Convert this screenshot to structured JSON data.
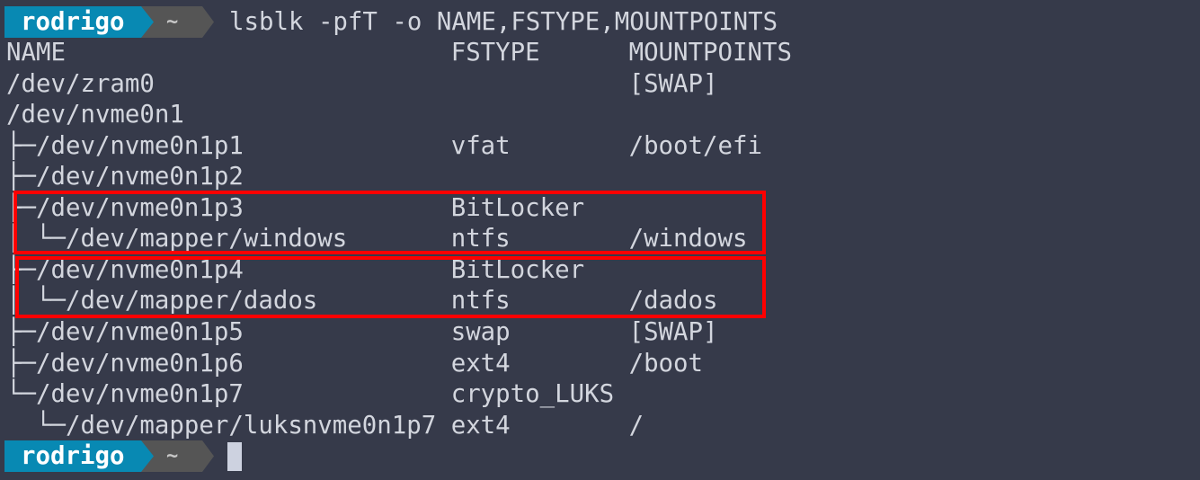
{
  "prompt": {
    "user": "rodrigo",
    "dir": "~",
    "command": "lsblk -pfT -o NAME,FSTYPE,MOUNTPOINTS"
  },
  "headers": {
    "name": "NAME",
    "fstype": "FSTYPE",
    "mountpoints": "MOUNTPOINTS"
  },
  "rows": [
    {
      "name": "/dev/zram0",
      "fstype": "",
      "mount": "[SWAP]"
    },
    {
      "name": "/dev/nvme0n1",
      "fstype": "",
      "mount": ""
    },
    {
      "name": "├─/dev/nvme0n1p1",
      "fstype": "vfat",
      "mount": "/boot/efi"
    },
    {
      "name": "├─/dev/nvme0n1p2",
      "fstype": "",
      "mount": ""
    },
    {
      "name": "├─/dev/nvme0n1p3",
      "fstype": "BitLocker",
      "mount": ""
    },
    {
      "name": "│ └─/dev/mapper/windows",
      "fstype": "ntfs",
      "mount": "/windows"
    },
    {
      "name": "├─/dev/nvme0n1p4",
      "fstype": "BitLocker",
      "mount": ""
    },
    {
      "name": "│ └─/dev/mapper/dados",
      "fstype": "ntfs",
      "mount": "/dados"
    },
    {
      "name": "├─/dev/nvme0n1p5",
      "fstype": "swap",
      "mount": "[SWAP]"
    },
    {
      "name": "├─/dev/nvme0n1p6",
      "fstype": "ext4",
      "mount": "/boot"
    },
    {
      "name": "└─/dev/nvme0n1p7",
      "fstype": "crypto_LUKS",
      "mount": ""
    },
    {
      "name": "  └─/dev/mapper/luksnvme0n1p7",
      "fstype": "ext4",
      "mount": "/"
    }
  ],
  "colors": {
    "user_segment": "#0889b3",
    "dir_segment": "#555555",
    "highlight": "#ff0000"
  }
}
